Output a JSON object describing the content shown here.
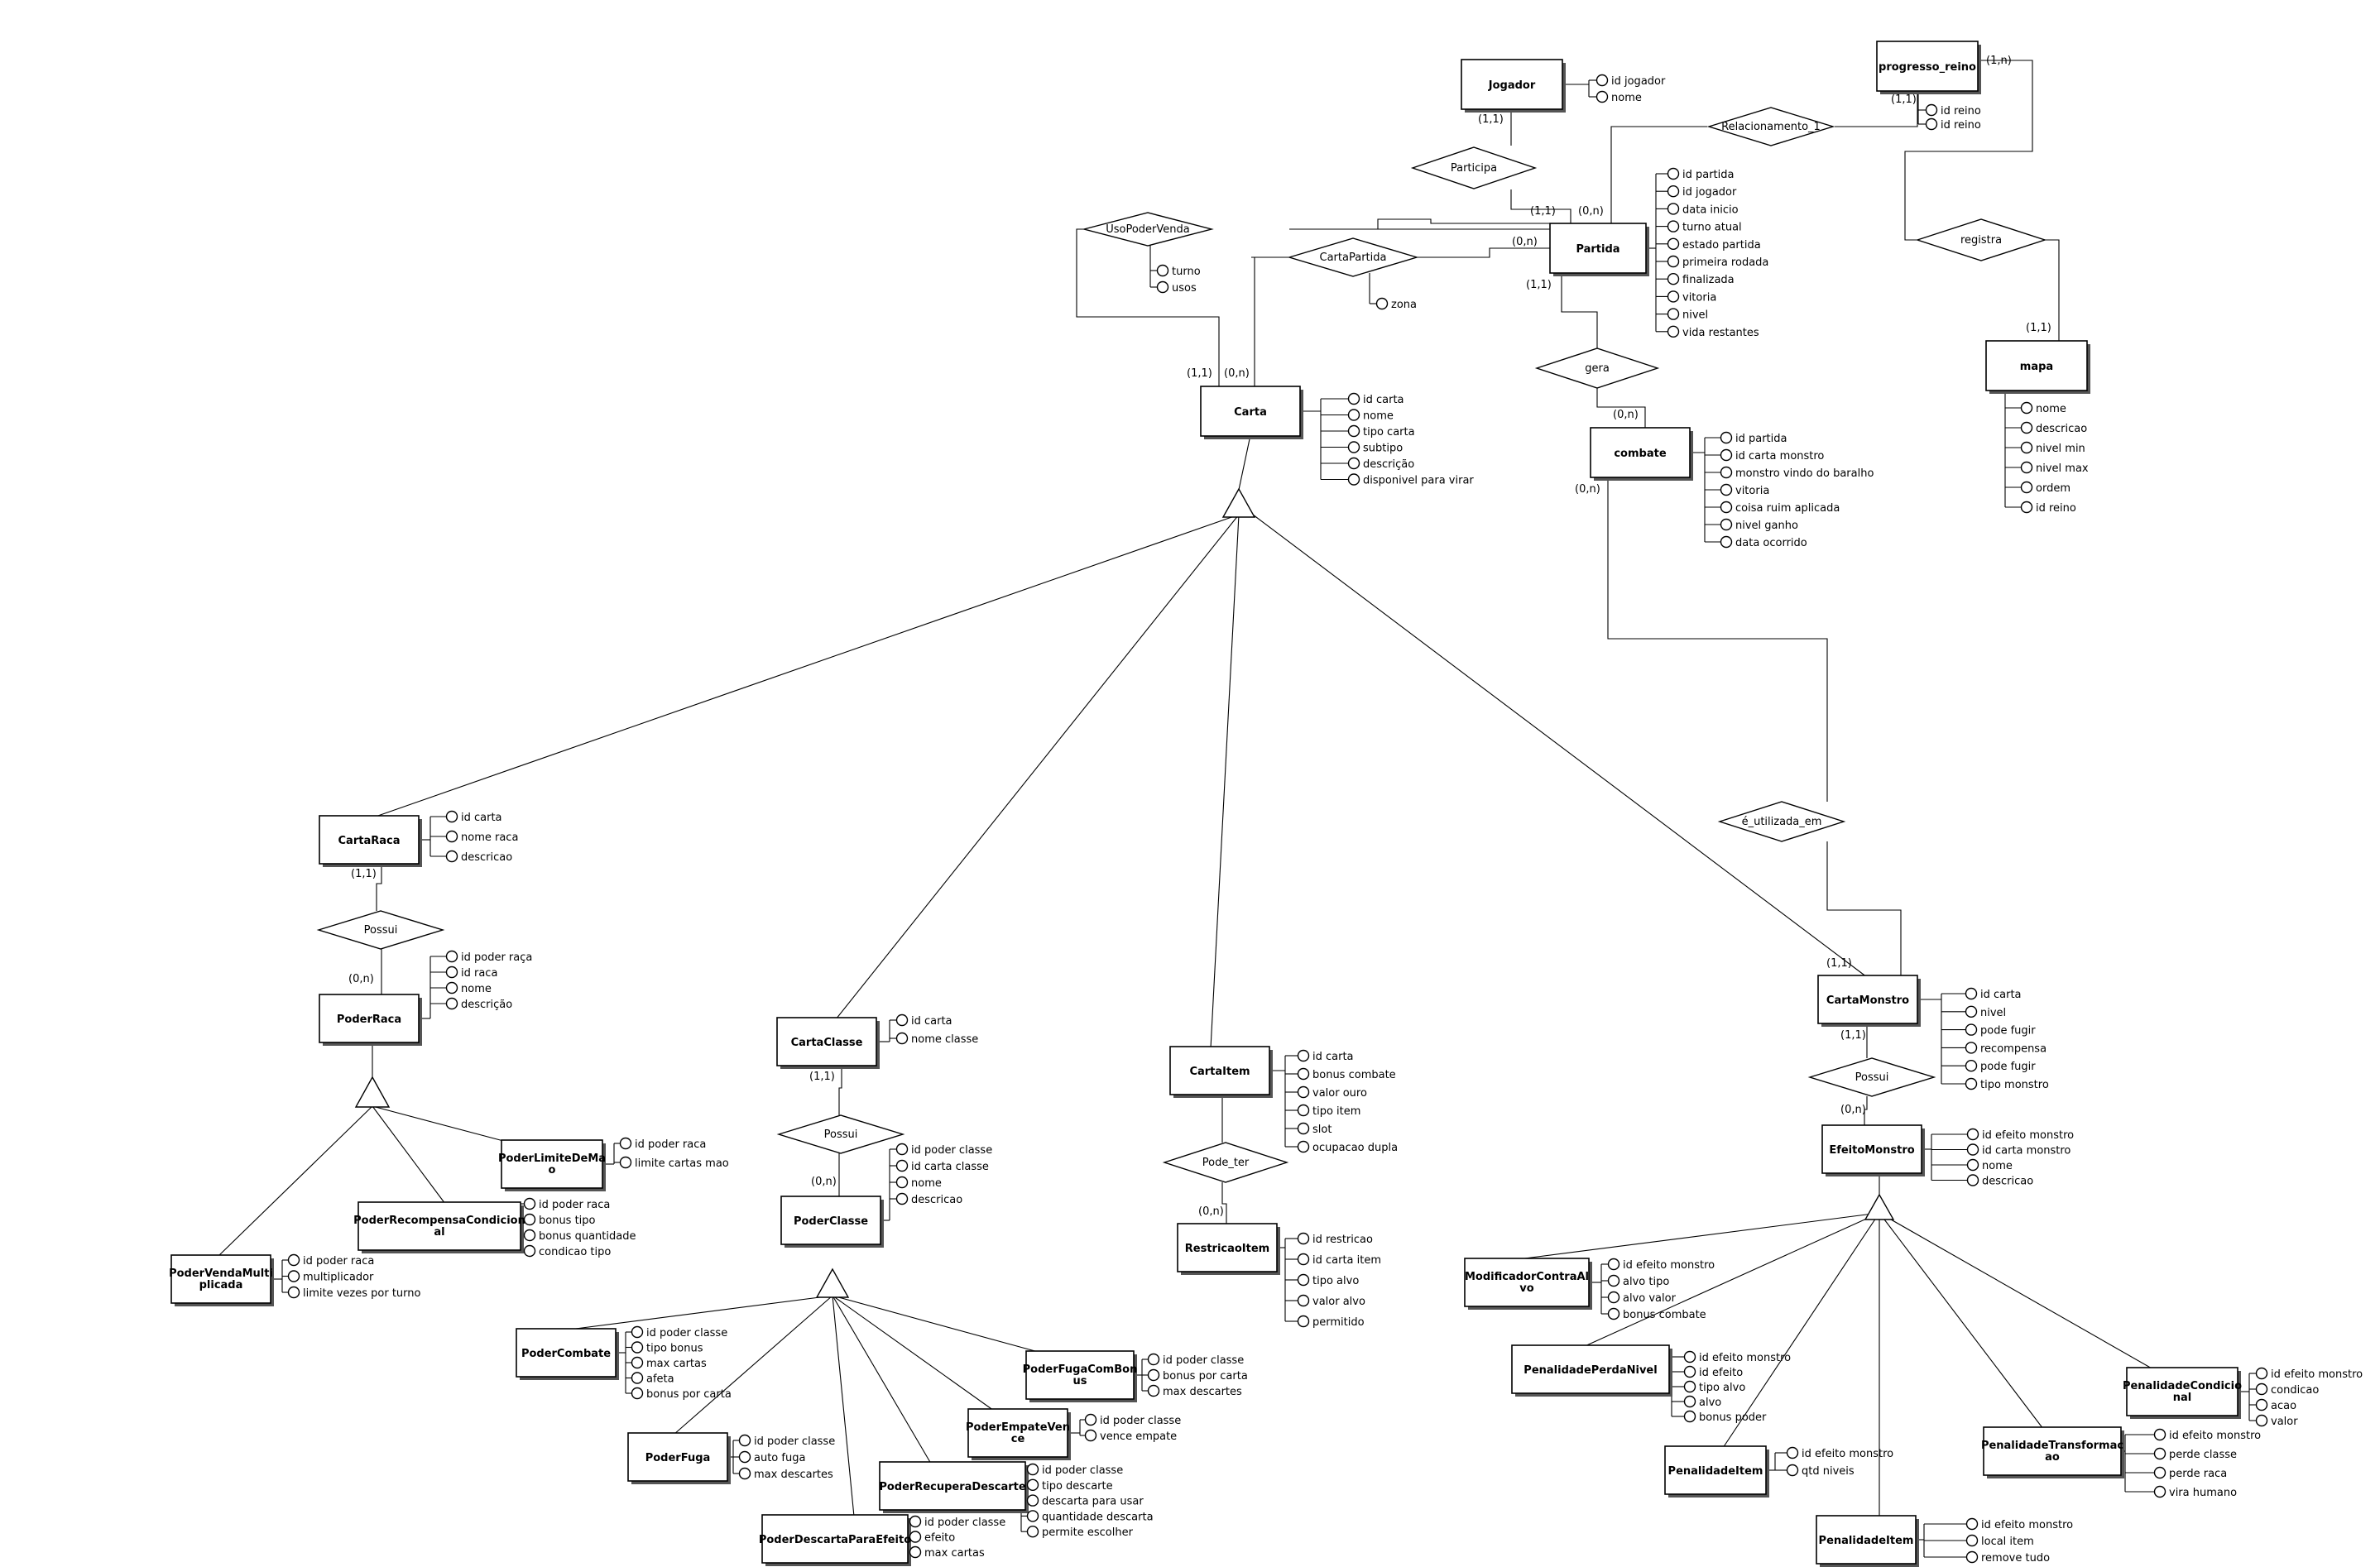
{
  "entities": [
    {
      "id": "Jogador",
      "label": "Jogador"
    },
    {
      "id": "progresso_reino",
      "label": "progresso_reino"
    },
    {
      "id": "Partida",
      "label": "Partida"
    },
    {
      "id": "mapa",
      "label": "mapa"
    },
    {
      "id": "Carta",
      "label": "Carta"
    },
    {
      "id": "combate",
      "label": "combate"
    },
    {
      "id": "CartaRaca",
      "label": "CartaRaca"
    },
    {
      "id": "PoderRaca",
      "label": "PoderRaca"
    },
    {
      "id": "PoderLimiteDeMao",
      "label": [
        "PoderLimiteDeMa",
        "o"
      ]
    },
    {
      "id": "PoderRecompensaCondicional",
      "label": [
        "PoderRecompensaCondicion",
        "al"
      ]
    },
    {
      "id": "PoderVendaMultiplicada",
      "label": [
        "PoderVendaMulti",
        "plicada"
      ]
    },
    {
      "id": "CartaClasse",
      "label": "CartaClasse"
    },
    {
      "id": "PoderClasse",
      "label": "PoderClasse"
    },
    {
      "id": "PoderCombate",
      "label": "PoderCombate"
    },
    {
      "id": "PoderFuga",
      "label": "PoderFuga"
    },
    {
      "id": "PoderFugaComBonus",
      "label": [
        "PoderFugaComBon",
        "us"
      ]
    },
    {
      "id": "PoderEmpateVence",
      "label": [
        "PoderEmpateVen",
        "ce"
      ]
    },
    {
      "id": "PoderRecuperaDescarte",
      "label": "PoderRecuperaDescarte"
    },
    {
      "id": "PoderDescartaParaEfeito",
      "label": "PoderDescartaParaEfeito"
    },
    {
      "id": "CartaItem",
      "label": "CartaItem"
    },
    {
      "id": "RestricaoItem",
      "label": "RestricaoItem"
    },
    {
      "id": "CartaMonstro",
      "label": "CartaMonstro"
    },
    {
      "id": "EfeitoMonstro",
      "label": "EfeitoMonstro"
    },
    {
      "id": "ModificadorContraAlvo",
      "label": [
        "ModificadorContraAl",
        "vo"
      ]
    },
    {
      "id": "PenalidadePerdaNivel",
      "label": "PenalidadePerdaNivel"
    },
    {
      "id": "PenalidadeCondicional",
      "label": [
        "PenalidadeCondicio",
        "nal"
      ]
    },
    {
      "id": "PenalidadeTransformacao",
      "label": [
        "PenalidadeTransformac",
        "ao"
      ]
    },
    {
      "id": "PenalidadeItem1",
      "label": "PenalidadeItem"
    },
    {
      "id": "PenalidadeItem2",
      "label": "PenalidadeItem"
    }
  ],
  "relationships": [
    {
      "id": "Participa",
      "label": "Participa"
    },
    {
      "id": "Relacionamento_1",
      "label": "Relacionamento_1"
    },
    {
      "id": "registra",
      "label": "registra"
    },
    {
      "id": "UsoPoderVenda",
      "label": "UsoPoderVenda"
    },
    {
      "id": "CartaPartida",
      "label": "CartaPartida"
    },
    {
      "id": "gera",
      "label": "gera"
    },
    {
      "id": "e_utilizada_em",
      "label": "é_utilizada_em"
    },
    {
      "id": "Possui_raca",
      "label": "Possui"
    },
    {
      "id": "Possui_classe",
      "label": "Possui"
    },
    {
      "id": "Pode_ter",
      "label": "Pode_ter"
    },
    {
      "id": "Possui_monstro",
      "label": "Possui"
    }
  ],
  "attributes": {
    "Jogador": [
      "id jogador",
      "nome"
    ],
    "progresso_reino": [
      "id reino",
      "id reino"
    ],
    "Partida": [
      "id partida",
      "id jogador",
      "data inicio",
      "turno atual",
      "estado partida",
      "primeira rodada",
      "finalizada",
      "vitoria",
      "nivel",
      "vida restantes"
    ],
    "mapa": [
      "nome",
      "descricao",
      "nivel min",
      "nivel max",
      "ordem",
      "id reino"
    ],
    "UsoPoderVenda": [
      "turno",
      "usos"
    ],
    "CartaPartida": [
      "zona"
    ],
    "Carta": [
      "id carta",
      "nome",
      "tipo carta",
      "subtipo",
      "descrição",
      "disponivel para virar"
    ],
    "combate": [
      "id partida",
      "id carta monstro",
      "monstro vindo do baralho",
      "vitoria",
      "coisa ruim aplicada",
      "nivel ganho",
      "data ocorrido"
    ],
    "CartaRaca": [
      "id carta",
      "nome raca",
      "descricao"
    ],
    "PoderRaca": [
      "id poder raça",
      "id raca",
      "nome",
      "descrição"
    ],
    "PoderLimiteDeMao": [
      "id poder raca",
      "limite cartas mao"
    ],
    "PoderRecompensaCondicional": [
      "id poder raca",
      "bonus tipo",
      "bonus quantidade",
      "condicao tipo"
    ],
    "PoderVendaMultiplicada": [
      "id poder raca",
      "multiplicador",
      "limite vezes por turno"
    ],
    "CartaClasse": [
      "id carta",
      "nome classe"
    ],
    "PoderClasse": [
      "id poder classe",
      "id carta classe",
      "nome",
      "descricao"
    ],
    "PoderCombate": [
      "id poder classe",
      "tipo bonus",
      "max cartas",
      "afeta",
      "bonus por carta"
    ],
    "PoderFuga": [
      "id poder classe",
      "auto fuga",
      "max descartes"
    ],
    "PoderFugaComBonus": [
      "id poder classe",
      "bonus por carta",
      "max descartes"
    ],
    "PoderEmpateVence": [
      "id poder classe",
      "vence empate"
    ],
    "PoderRecuperaDescarte": [
      "id poder classe",
      "tipo descarte",
      "descarta para usar",
      "quantidade descarta",
      "permite escolher"
    ],
    "PoderDescartaParaEfeito": [
      "id poder classe",
      "efeito",
      "max cartas"
    ],
    "CartaItem": [
      "id carta",
      "bonus combate",
      "valor ouro",
      "tipo item",
      "slot",
      "ocupacao dupla"
    ],
    "RestricaoItem": [
      "id restricao",
      "id carta item",
      "tipo alvo",
      "valor alvo",
      "permitido"
    ],
    "CartaMonstro": [
      "id carta",
      "nivel",
      "pode fugir",
      "recompensa",
      "pode fugir",
      "tipo monstro"
    ],
    "EfeitoMonstro": [
      "id efeito monstro",
      "id carta monstro",
      "nome",
      "descricao"
    ],
    "ModificadorContraAlvo": [
      "id efeito monstro",
      "alvo tipo",
      "alvo valor",
      "bonus combate"
    ],
    "PenalidadePerdaNivel": [
      "id efeito monstro",
      "id efeito",
      "tipo alvo",
      "alvo",
      "bonus poder"
    ],
    "PenalidadeCondicional": [
      "id efeito monstro",
      "condicao",
      "acao",
      "valor"
    ],
    "PenalidadeTransformacao": [
      "id efeito monstro",
      "perde classe",
      "perde raca",
      "vira humano"
    ],
    "PenalidadeItem1": [
      "id efeito monstro",
      "qtd niveis"
    ],
    "PenalidadeItem2": [
      "id efeito monstro",
      "local item",
      "remove tudo"
    ]
  },
  "cardinalities": {
    "jogador_participa": "(1,1)",
    "participa_partida": "(1,1)",
    "partida_rel1": "(0,n)",
    "progresso_rel1": "(1,1)",
    "progresso_registra": "(1,n)",
    "registra_mapa": "(1,1)",
    "partida_cartapartida": "(0,n)",
    "partida_gera": "(1,1)",
    "gera_combate": "(0,n)",
    "combate_utilizada": "(0,n)",
    "carta_usopoder": "(1,1)",
    "carta_cartapartida": "(0,n)",
    "utilizada_monstro": "(1,1)",
    "cartaraca_possui": "(1,1)",
    "possui_poderraca": "(0,n)",
    "cartaclasse_possui": "(1,1)",
    "possui_poderclasse": "(0,n)",
    "podeter_restricao": "(0,n)",
    "monstro_possui": "(1,1)",
    "possui_efeito": "(0,n)"
  }
}
